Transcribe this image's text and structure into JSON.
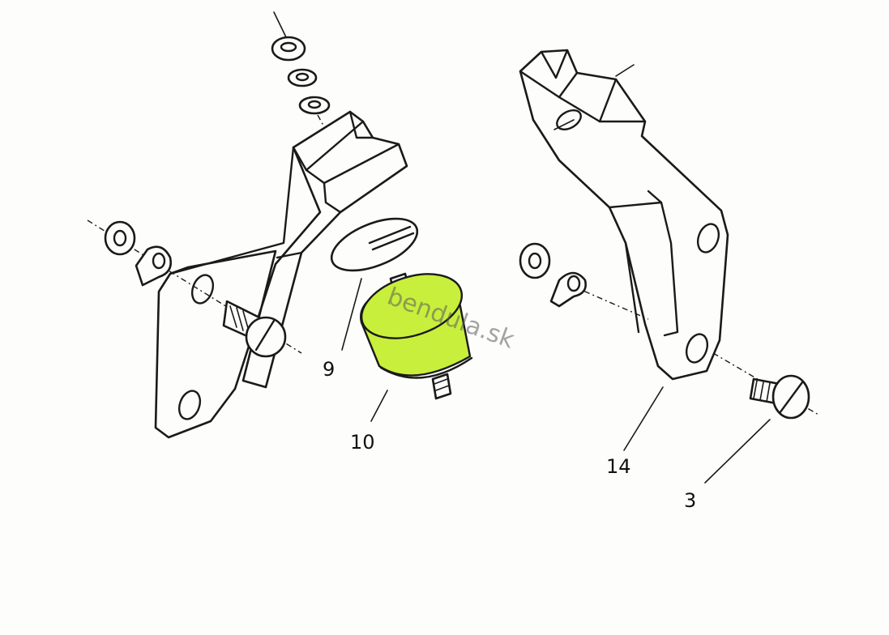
{
  "diagram": {
    "highlight_color": "#c8ef3c",
    "ink_color": "#1a1a1a",
    "background_color": "#fdfdfb",
    "watermark": "bendula.sk",
    "callouts": [
      {
        "id": "9",
        "label": "9"
      },
      {
        "id": "10",
        "label": "10"
      },
      {
        "id": "14",
        "label": "14"
      },
      {
        "id": "3",
        "label": "3"
      }
    ]
  }
}
